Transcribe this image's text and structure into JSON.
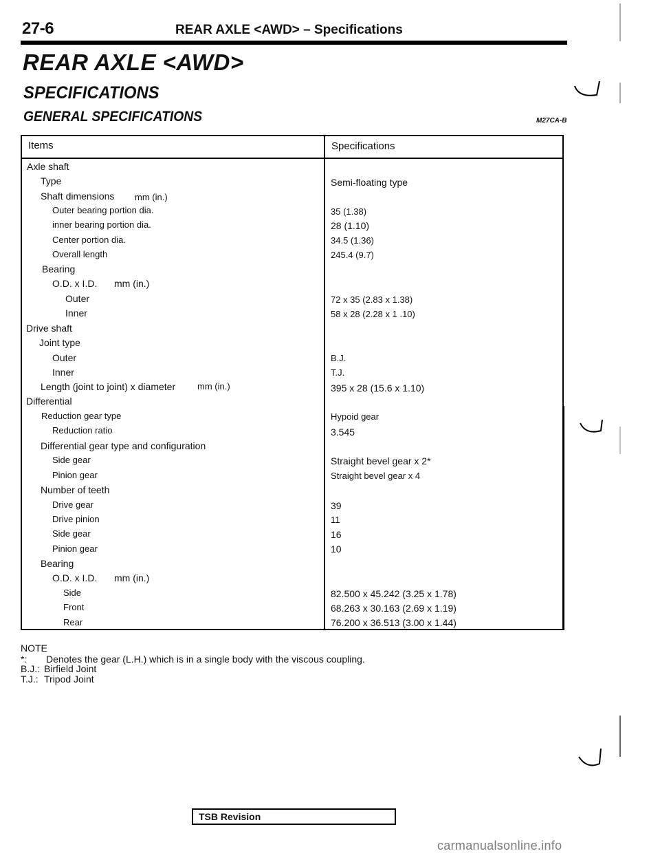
{
  "header": {
    "page_number": "27-6",
    "title": "REAR AXLE <AWD> – Specifications"
  },
  "page_title": "REAR AXLE <AWD>",
  "section_title": "SPECIFICATIONS",
  "subsection_title": "GENERAL SPECIFICATIONS",
  "section_code": "M27CA-B",
  "table": {
    "headers": {
      "items": "Items",
      "specifications": "Specifications"
    },
    "rows": [
      {
        "item": "Axle shaft",
        "value": ""
      },
      {
        "item": "Type",
        "value": "Semi-floating type"
      },
      {
        "item": "Shaft dimensions",
        "unit": "mm (in.)",
        "value": ""
      },
      {
        "item": "Outer bearing portion dia.",
        "value": "35 (1.38)"
      },
      {
        "item": "inner bearing portion dia.",
        "value": "28 (1.10)"
      },
      {
        "item": "Center portion dia.",
        "value": "34.5 (1.36)"
      },
      {
        "item": "Overall length",
        "value": "245.4 (9.7)"
      },
      {
        "item": "Bearing",
        "value": ""
      },
      {
        "item": "O.D. x I.D.",
        "unit": "mm (in.)",
        "value": ""
      },
      {
        "item": "Outer",
        "value": "72 x 35 (2.83 x 1.38)"
      },
      {
        "item": "Inner",
        "value": "58 x 28 (2.28 x 1 .10)"
      },
      {
        "item": "Drive shaft",
        "value": ""
      },
      {
        "item": "Joint type",
        "value": ""
      },
      {
        "item": "Outer",
        "value": "B.J."
      },
      {
        "item": "Inner",
        "value": "T.J."
      },
      {
        "item": "Length (joint to joint) x diameter",
        "unit": "mm (in.)",
        "value": "395 x 28 (15.6 x 1.10)"
      },
      {
        "item": "Differential",
        "value": ""
      },
      {
        "item": "Reduction gear type",
        "value": "Hypoid gear"
      },
      {
        "item": "Reduction ratio",
        "value": "3.545"
      },
      {
        "item": "Differential gear type and configuration",
        "value": ""
      },
      {
        "item": "Side gear",
        "value": "Straight bevel gear x 2*"
      },
      {
        "item": "Pinion gear",
        "value": "Straight bevel gear x 4"
      },
      {
        "item": "Number of teeth",
        "value": ""
      },
      {
        "item": "Drive gear",
        "value": "39"
      },
      {
        "item": "Drive pinion",
        "value": "11"
      },
      {
        "item": "Side gear",
        "value": "16"
      },
      {
        "item": "Pinion gear",
        "value": "10"
      },
      {
        "item": "Bearing",
        "value": ""
      },
      {
        "item": "O.D. x I.D.",
        "unit": "mm (in.)",
        "value": ""
      },
      {
        "item": "Side",
        "value": "82.500 x 45.242 (3.25 x 1.78)"
      },
      {
        "item": "Front",
        "value": "68.263 x 30.163 (2.69 x 1.19)"
      },
      {
        "item": "Rear",
        "value": "76.200 x 36.513 (3.00 x 1.44)"
      }
    ]
  },
  "notes": {
    "heading": "NOTE",
    "lines": [
      {
        "key": "*:",
        "text": "Denotes the gear (L.H.) which is in a single body with the viscous coupling."
      },
      {
        "key": "B.J.:",
        "text": "Birfield Joint"
      },
      {
        "key": "T.J.:",
        "text": "Tripod Joint"
      }
    ]
  },
  "footer": {
    "tsb_label": "TSB Revision",
    "watermark": "carmanualsonline.info"
  }
}
